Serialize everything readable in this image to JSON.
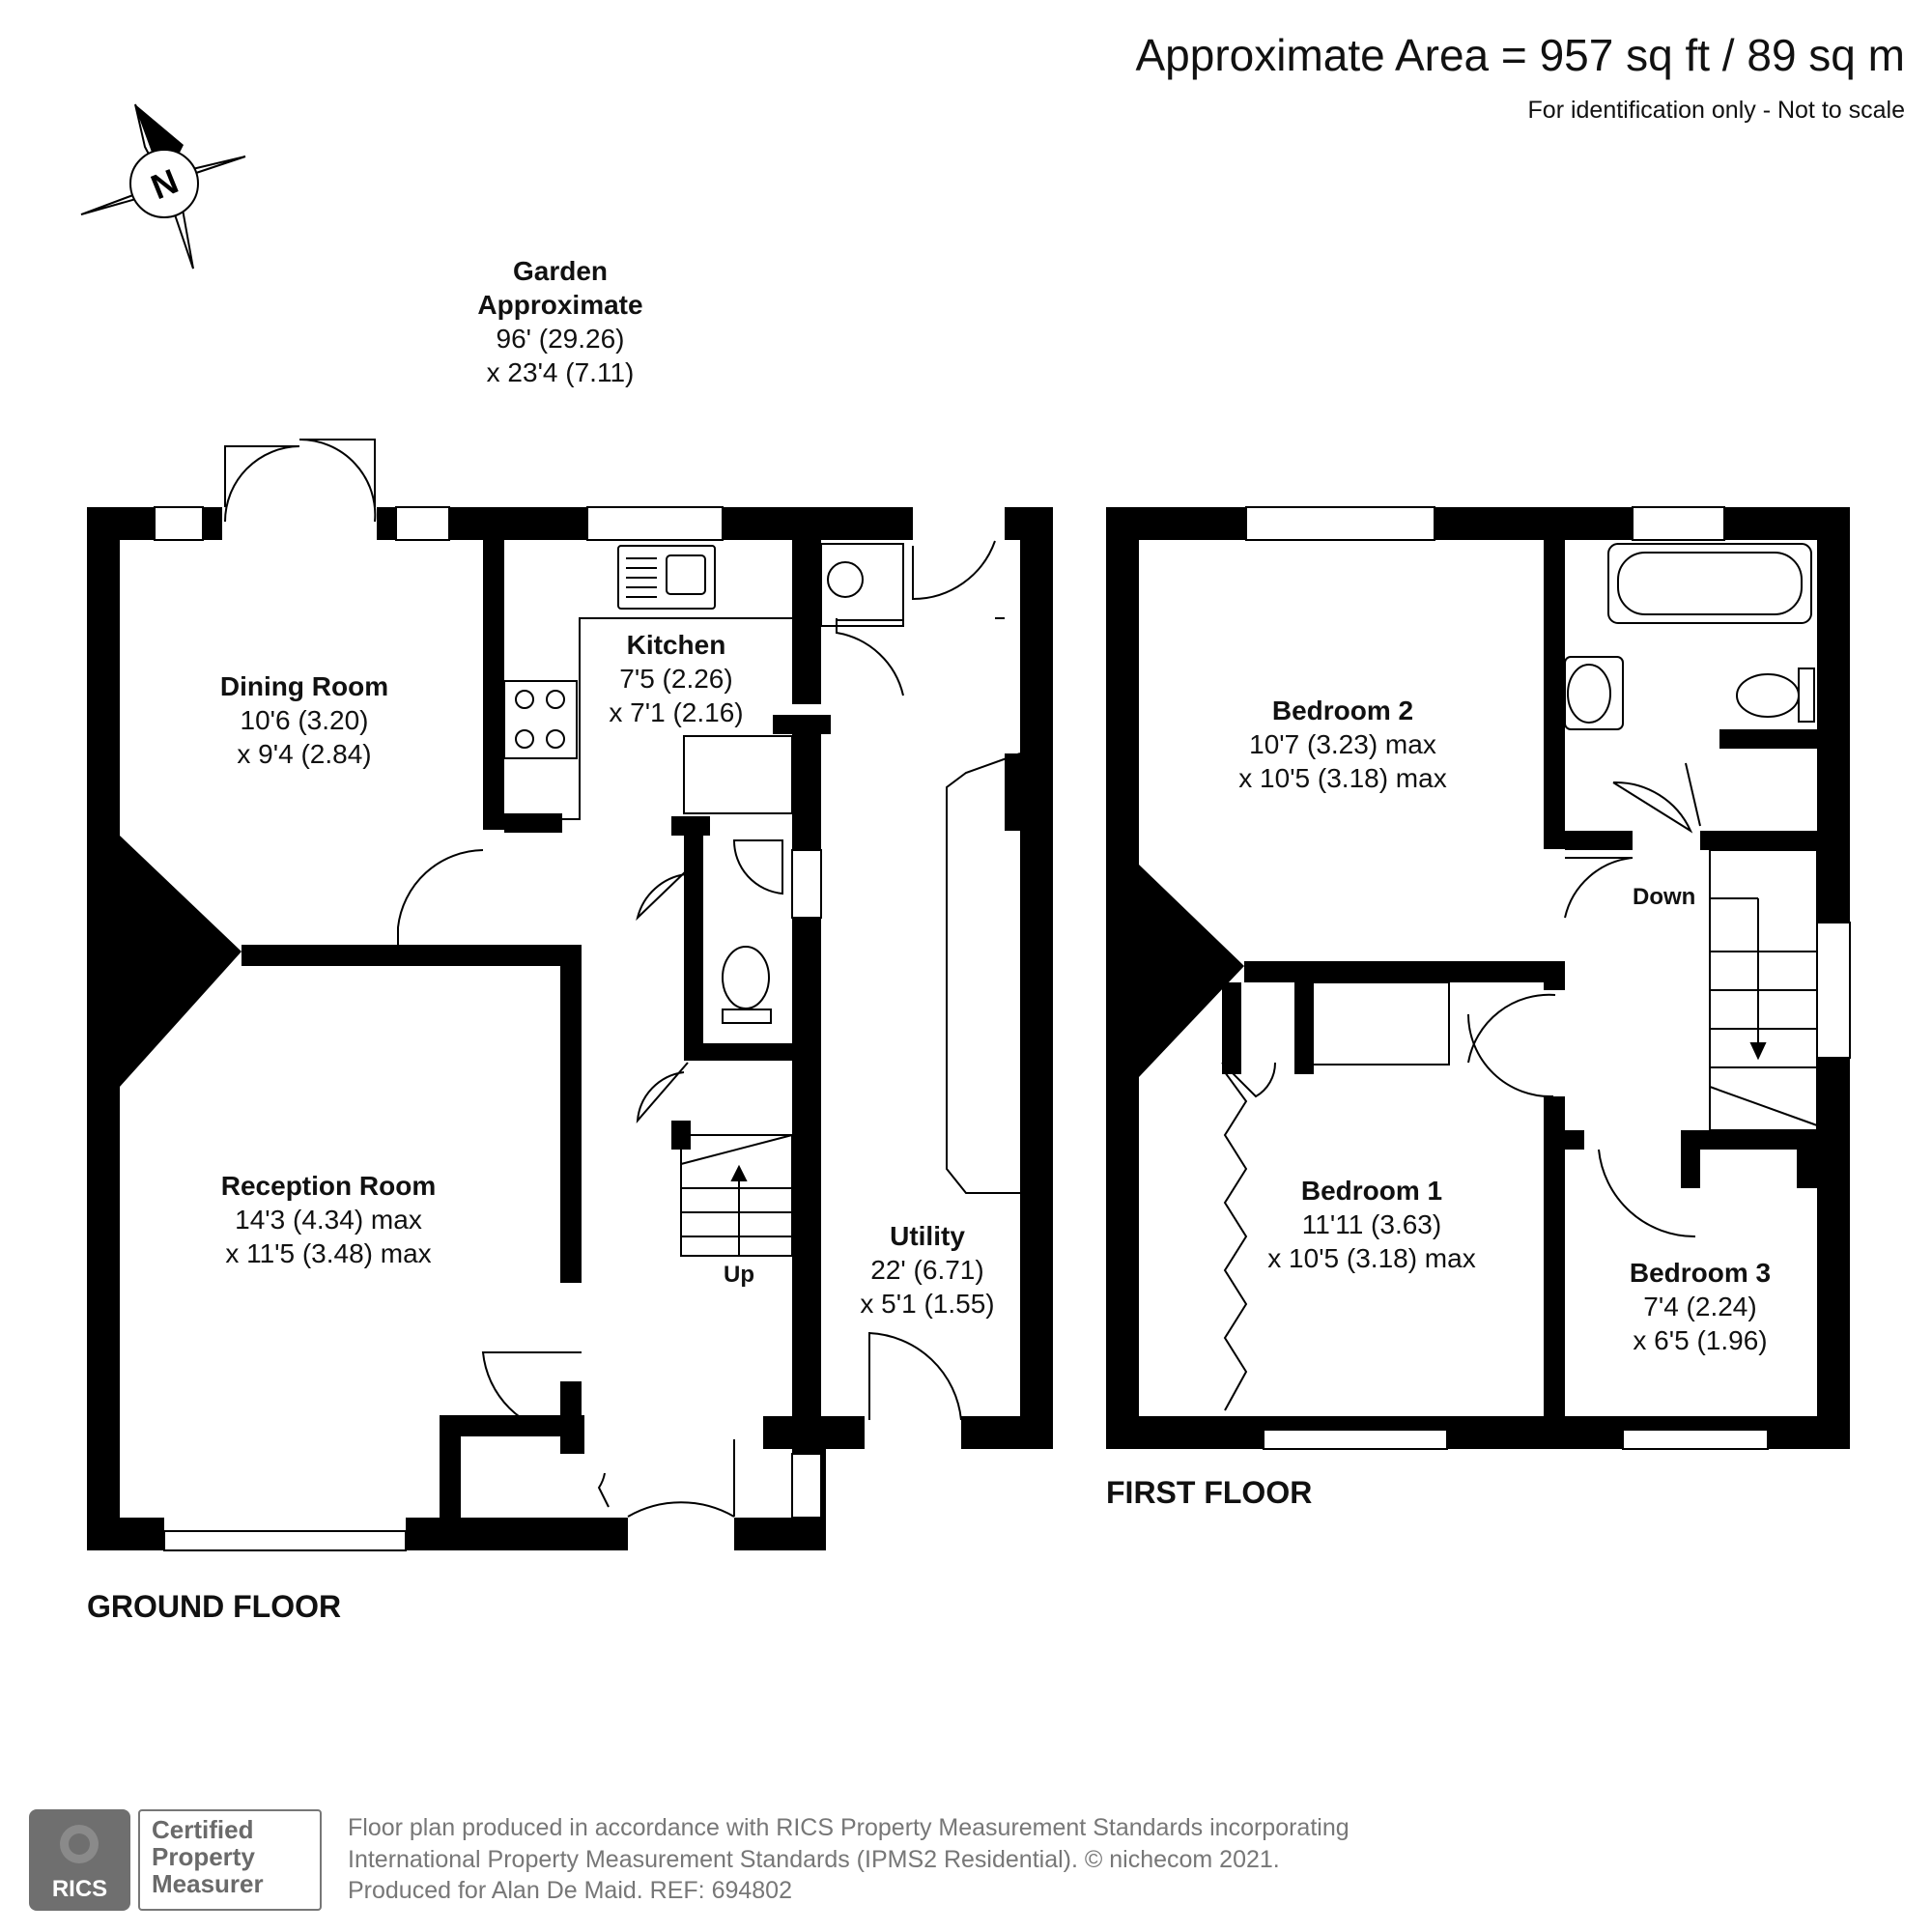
{
  "header": {
    "approx_area": "Approximate Area = 957 sq ft / 89 sq m",
    "note": "For identification only - Not to scale"
  },
  "compass": {
    "letter": "N",
    "icon": "north-arrow-compass-icon"
  },
  "garden": {
    "line1": "Garden",
    "line2": "Approximate",
    "line3": "96' (29.26)",
    "line4": "x 23'4 (7.11)"
  },
  "ground_floor": {
    "title": "GROUND FLOOR",
    "rooms": [
      {
        "name": "Dining Room",
        "dim1": "10'6 (3.20)",
        "dim2": "x 9'4 (2.84)"
      },
      {
        "name": "Kitchen",
        "dim1": "7'5 (2.26)",
        "dim2": "x 7'1 (2.16)"
      },
      {
        "name": "Reception Room",
        "dim1": "14'3 (4.34) max",
        "dim2": "x 11'5 (3.48) max"
      },
      {
        "name": "Utility",
        "dim1": "22' (6.71)",
        "dim2": "x 5'1 (1.55)"
      }
    ],
    "stairs_label": "Up"
  },
  "first_floor": {
    "title": "FIRST FLOOR",
    "rooms": [
      {
        "name": "Bedroom 2",
        "dim1": "10'7 (3.23) max",
        "dim2": "x 10'5 (3.18) max"
      },
      {
        "name": "Bedroom 1",
        "dim1": "11'11 (3.63)",
        "dim2": "x 10'5 (3.18) max"
      },
      {
        "name": "Bedroom 3",
        "dim1": "7'4 (2.24)",
        "dim2": "x 6'5 (1.96)"
      }
    ],
    "stairs_label": "Down"
  },
  "footer": {
    "line1": "Floor plan produced in accordance with RICS Property Measurement Standards incorporating",
    "line2": "International Property Measurement Standards (IPMS2 Residential).   © nichecom 2021.",
    "line3": "Produced for Alan De Maid.   REF: 694802",
    "rics": "RICS",
    "cert1": "Certified",
    "cert2": "Property",
    "cert3": "Measurer"
  },
  "colors": {
    "wall": "#000000",
    "text": "#111111",
    "footer_text": "#777777",
    "badge": "#6f6f6f"
  }
}
